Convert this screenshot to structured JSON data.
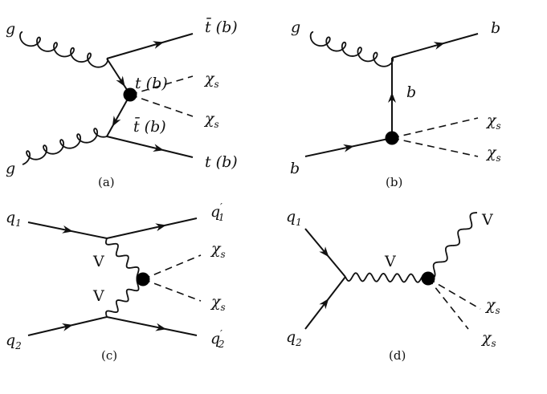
{
  "diagrams": {
    "a": {
      "caption": "(a)",
      "gluon_top": "g",
      "gluon_bottom": "g",
      "out_top": "t̄ (b)",
      "out_bottom": "t (b)",
      "internal_upper": "t (b)",
      "internal_lower": "t̄ (b)",
      "chi_1": "χ",
      "chi_2": "χ",
      "chi_sub": "s"
    },
    "b": {
      "caption": "(b)",
      "gluon": "g",
      "out_top": "b",
      "internal": "b",
      "in_bottom": "b",
      "chi_1": "χ",
      "chi_2": "χ",
      "chi_sub": "s"
    },
    "c": {
      "caption": "(c)",
      "q1": "q",
      "q1_sub": "1",
      "q2": "q",
      "q2_sub": "2",
      "q1p": "q",
      "q1p_prime": "′",
      "q1p_sub": "1",
      "q2p": "q",
      "q2p_prime": "′",
      "q2p_sub": "2",
      "v_upper": "V",
      "v_lower": "V",
      "chi_1": "χ",
      "chi_2": "χ",
      "chi_sub": "s"
    },
    "d": {
      "caption": "(d)",
      "q1": "q",
      "q1_sub": "1",
      "q2": "q",
      "q2_sub": "2",
      "v_internal": "V",
      "v_out": "V",
      "chi_1": "χ",
      "chi_2": "χ",
      "chi_sub": "s"
    }
  }
}
